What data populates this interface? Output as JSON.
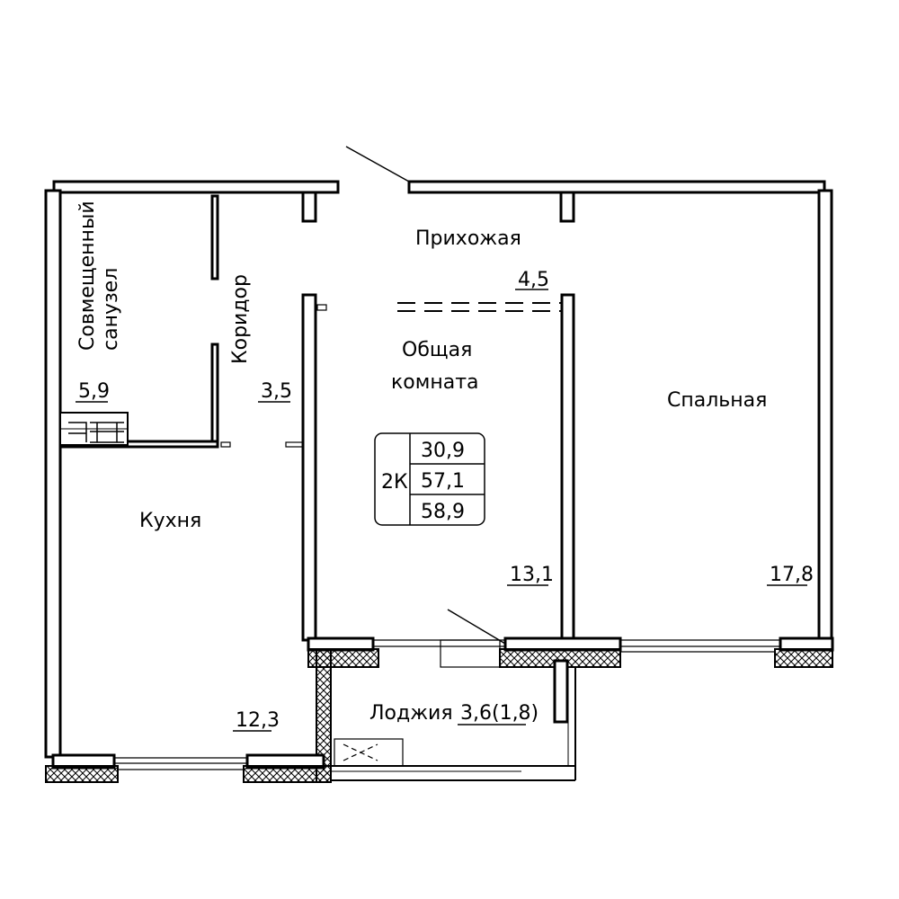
{
  "rooms": {
    "hallway": {
      "label": "Прихожая",
      "area": "4,5"
    },
    "living": {
      "label_line1": "Общая",
      "label_line2": "комната",
      "area": "13,1"
    },
    "bedroom": {
      "label": "Спальная",
      "area": "17,8"
    },
    "bathroom": {
      "label_line1": "Совмещенный",
      "label_line2": "санузел",
      "area": "5,9"
    },
    "corridor": {
      "label": "Коридор",
      "area": "3,5"
    },
    "kitchen": {
      "label": "Кухня",
      "area": "12,3"
    },
    "loggia": {
      "label": "Лоджия",
      "area": "3,6(1,8)"
    }
  },
  "summary": {
    "type": "2К",
    "living_area": "30,9",
    "total_area": "57,1",
    "total_with_loggia": "58,9"
  }
}
